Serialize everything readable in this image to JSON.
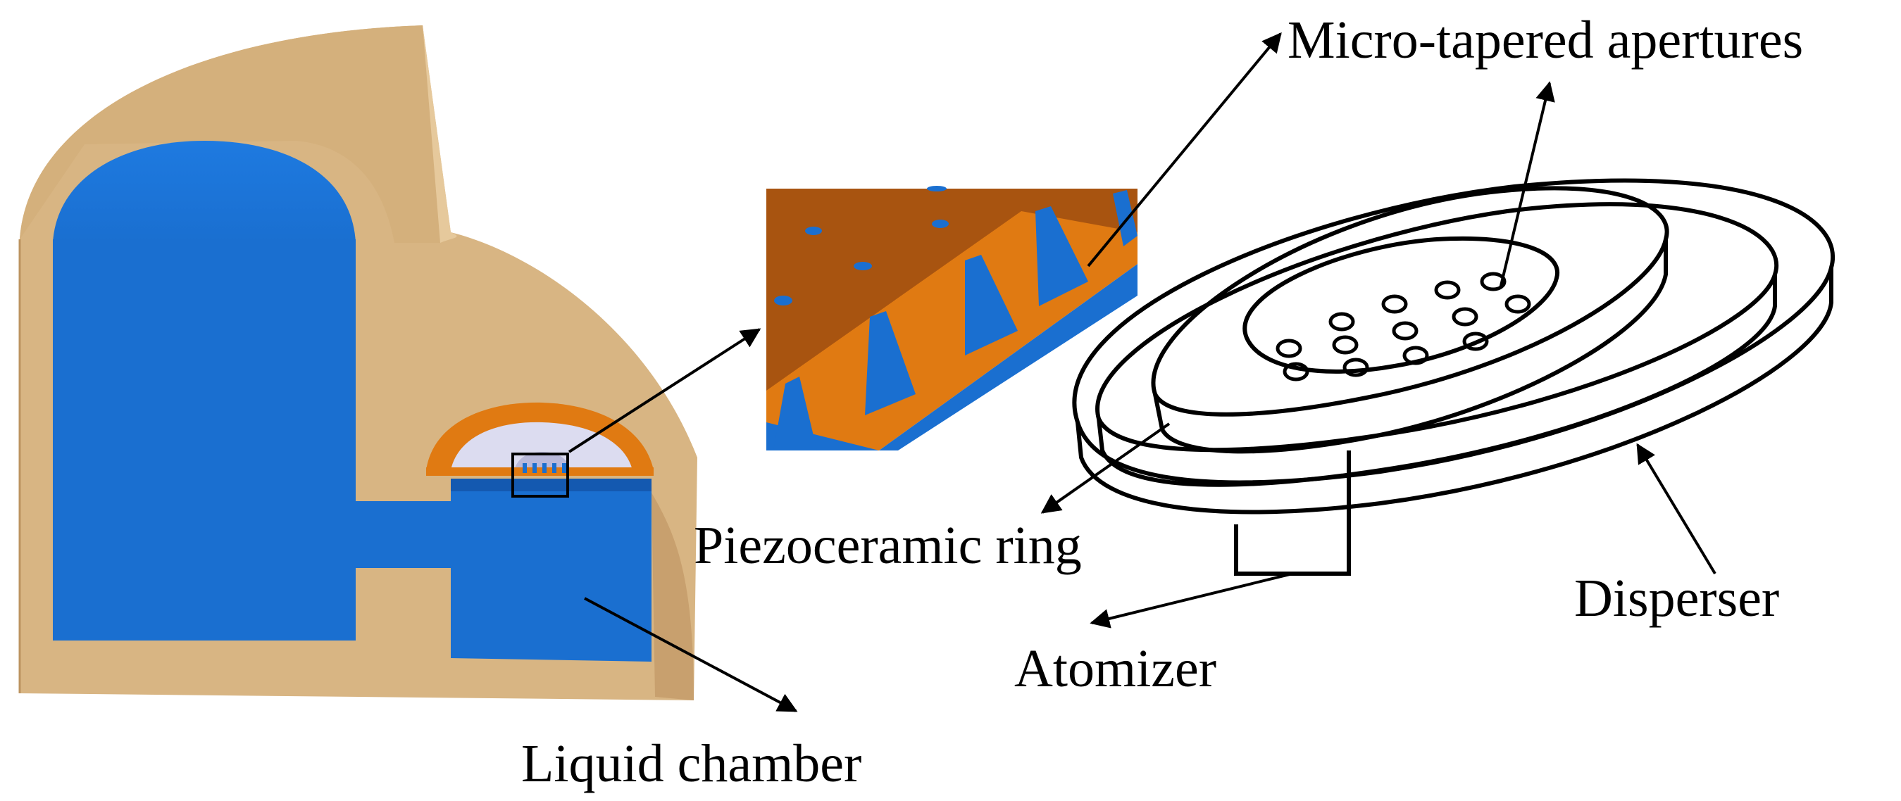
{
  "labels": {
    "apertures": "Micro-tapered apertures",
    "piezo": "Piezoceramic ring",
    "disperser": "Disperser",
    "atomizer": "Atomizer",
    "chamber": "Liquid chamber"
  },
  "colors": {
    "housing": "#D8B583",
    "housing_shade": "#C8A06E",
    "liquid": "#1A6FD0",
    "liquid_dark": "#1459B0",
    "orange": "#E07A12",
    "orange_dark": "#A85410",
    "ceramic": "#DCDCF0",
    "line": "#000000"
  }
}
